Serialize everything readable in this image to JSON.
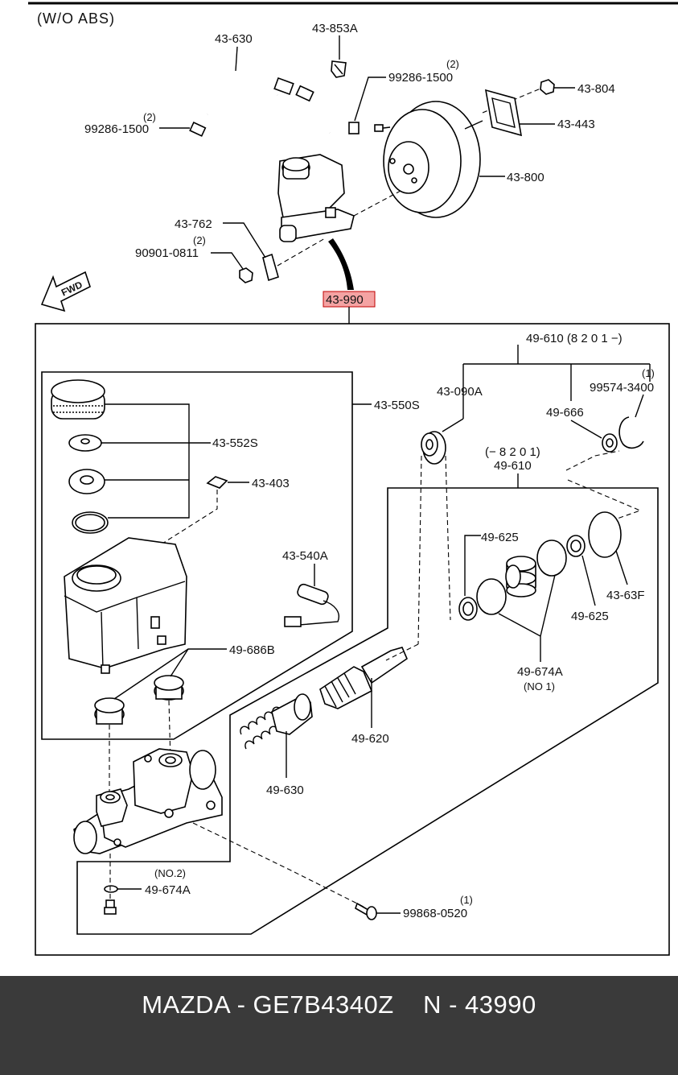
{
  "header_note": "(W/O  ABS)",
  "highlight_color": "#f4a3a3",
  "footer": {
    "text": "MAZDA - GE7B4340Z    N - 43990",
    "background": "#3a3a3a"
  },
  "labels": {
    "l_43_630_top": "43-630",
    "l_43_853a": "43-853A",
    "l_99286_right_qty": "(2)",
    "l_99286_right": "99286-1500",
    "l_43_804": "43-804",
    "l_99286_left_qty": "(2)",
    "l_99286_left": "99286-1500",
    "l_43_443": "43-443",
    "l_43_800": "43-800",
    "l_43_762": "43-762",
    "l_90901_qty": "(2)",
    "l_90901": "90901-0811",
    "l_fwd": "FWD",
    "l_43_990": "43-990",
    "l_49_610_top": "49-610 (8 2 0 1 −)",
    "l_99574_qty": "(1)",
    "l_99574": "99574-3400",
    "l_43_090a": "43-090A",
    "l_43_550s": "43-550S",
    "l_49_666": "49-666",
    "l_43_552s": "43-552S",
    "l_49_610_range": "(− 8 2 0 1)",
    "l_49_610_mid": "49-610",
    "l_43_403": "43-403",
    "l_49_625_a": "49-625",
    "l_43_540a": "43-540A",
    "l_43_63f": "43-63F",
    "l_49_625_b": "49-625",
    "l_49_686b": "49-686B",
    "l_49_674a_no1": "49-674A",
    "l_no1": "(NO 1)",
    "l_49_620": "49-620",
    "l_49_630": "49-630",
    "l_no2": "(NO.2)",
    "l_49_674a_no2": "49-674A",
    "l_99868_qty": "(1)",
    "l_99868": "99868-0520"
  }
}
